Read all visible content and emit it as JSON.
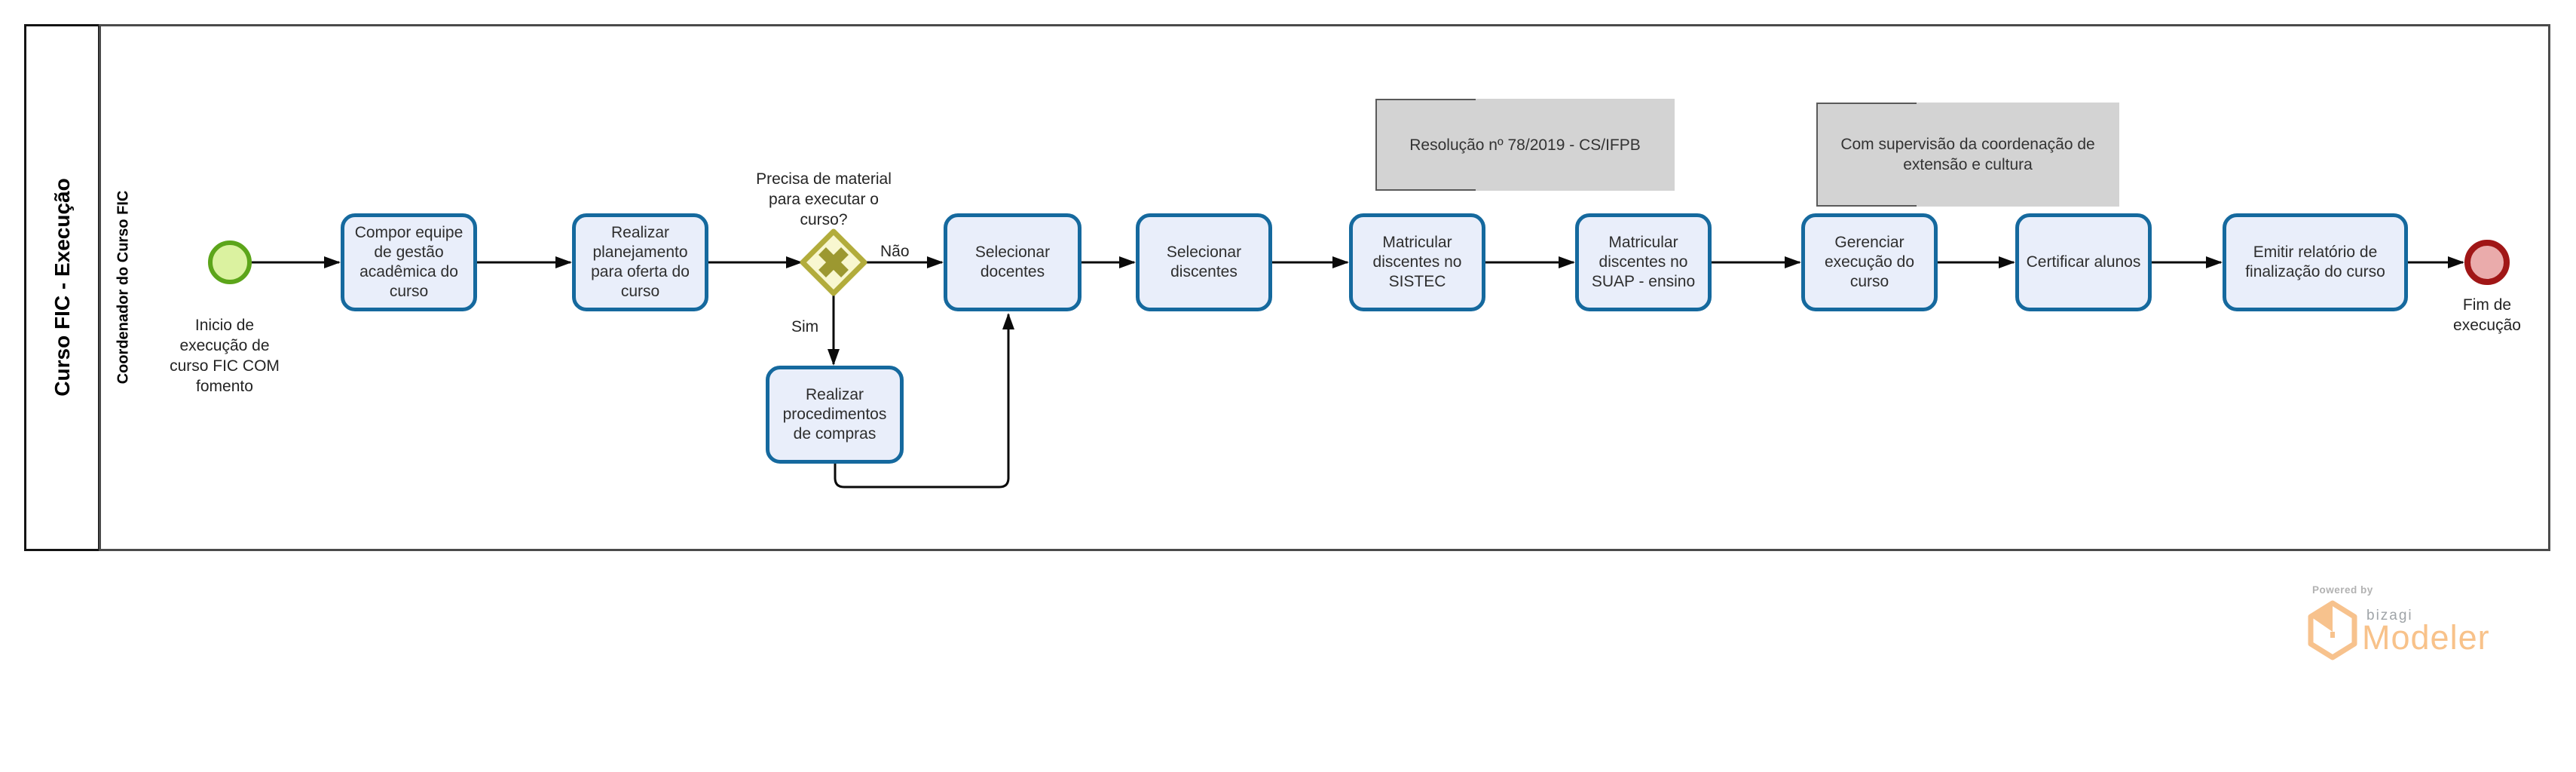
{
  "diagram": {
    "pool_title": "Curso FIC - Execução",
    "lane_title": "Coordenador do Curso FIC"
  },
  "events": {
    "start": {
      "label": [
        "Inicio de",
        "execução de",
        "curso FIC COM",
        "fomento"
      ]
    },
    "end": {
      "label": [
        "Fim de",
        "execução"
      ]
    }
  },
  "gateway": {
    "label": [
      "Precisa de material",
      "para executar o",
      "curso?"
    ],
    "branch_no": "Não",
    "branch_yes": "Sim"
  },
  "tasks": [
    {
      "label": [
        "Compor equipe",
        "de gestão",
        "acadêmica do",
        "curso"
      ]
    },
    {
      "label": [
        "Realizar",
        "planejamento",
        "para oferta do",
        "curso"
      ]
    },
    {
      "label": [
        "Realizar",
        "procedimentos",
        "de compras"
      ]
    },
    {
      "label": [
        "Selecionar",
        "docentes"
      ]
    },
    {
      "label": [
        "Selecionar",
        "discentes"
      ]
    },
    {
      "label": [
        "Matricular",
        "discentes no",
        "SISTEC"
      ]
    },
    {
      "label": [
        "Matricular",
        "discentes no",
        "SUAP - ensino"
      ]
    },
    {
      "label": [
        "Gerenciar",
        "execução do",
        "curso"
      ]
    },
    {
      "label": "Certificar alunos"
    },
    {
      "label": [
        "Emitir relatório de",
        "finalização do curso"
      ]
    }
  ],
  "annotations": [
    {
      "text": "Resolução nº 78/2019 - CS/IFPB"
    },
    {
      "text": [
        "Com supervisão da coordenação de",
        "extensão e cultura"
      ]
    }
  ],
  "branding": {
    "powered_by": "Powered by",
    "brand": "bizagi",
    "product": "Modeler"
  },
  "colors": {
    "task_fill": "#e9eefa",
    "task_border": "#15699e",
    "start_border": "#5ca51a",
    "start_fill": "#dbf2a0",
    "end_border": "#a01616",
    "end_fill": "#eaabab",
    "gateway_border": "#b2ac3b",
    "gateway_fill": "#f8f7d0",
    "gateway_marker": "#9c9830",
    "annotation_fill": "#d3d3d3",
    "flow_stroke": "#0a0a0a",
    "brand_orange": "#f8c28a",
    "brand_gray": "#9fa4a8"
  }
}
